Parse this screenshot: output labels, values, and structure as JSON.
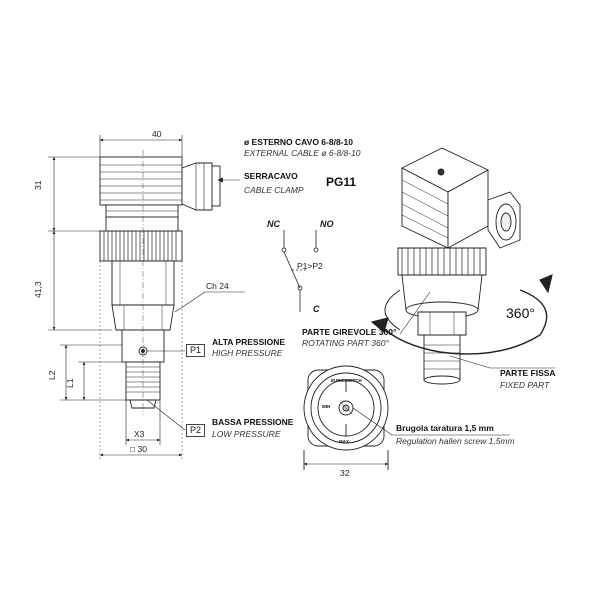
{
  "dimensions": {
    "width_top": "40",
    "height_upper": "31",
    "height_body": "41,3",
    "l2": "L2",
    "l1": "L1",
    "hex": "Ch 24",
    "x3": "X3",
    "square": "□ 30",
    "round_width": "32"
  },
  "cable": {
    "outer_label_it": "ø ESTERNO CAVO  6-8/8-10",
    "outer_label_en": "EXTERNAL CABLE ø 6-8/8-10",
    "clamp_it": "SERRACAVO",
    "clamp_en": "CABLE CLAMP",
    "pg": "PG11"
  },
  "switch_symbol": {
    "nc": "NC",
    "no": "NO",
    "common": "C",
    "condition": "P1>P2"
  },
  "ports": {
    "p1": "P1",
    "p1_it": "ALTA PRESSIONE",
    "p1_en": "HIGH PRESSURE",
    "p2": "P2",
    "p2_it": "BASSA PRESSIONE",
    "p2_en": "LOW PRESSURE"
  },
  "rotation": {
    "angle": "360°",
    "rotating_it": "PARTE GIREVOLE 360°",
    "rotating_en": "ROTATING PART 360°",
    "fixed_it": "PARTE FISSA",
    "fixed_en": "FIXED PART"
  },
  "adjust": {
    "screw_it": "Brugola taratura 1,5 mm",
    "screw_en": "Regulation hallen screw 1,5mm",
    "brand": "EUROSWITCH",
    "max": "MAX",
    "min": "MIN"
  }
}
